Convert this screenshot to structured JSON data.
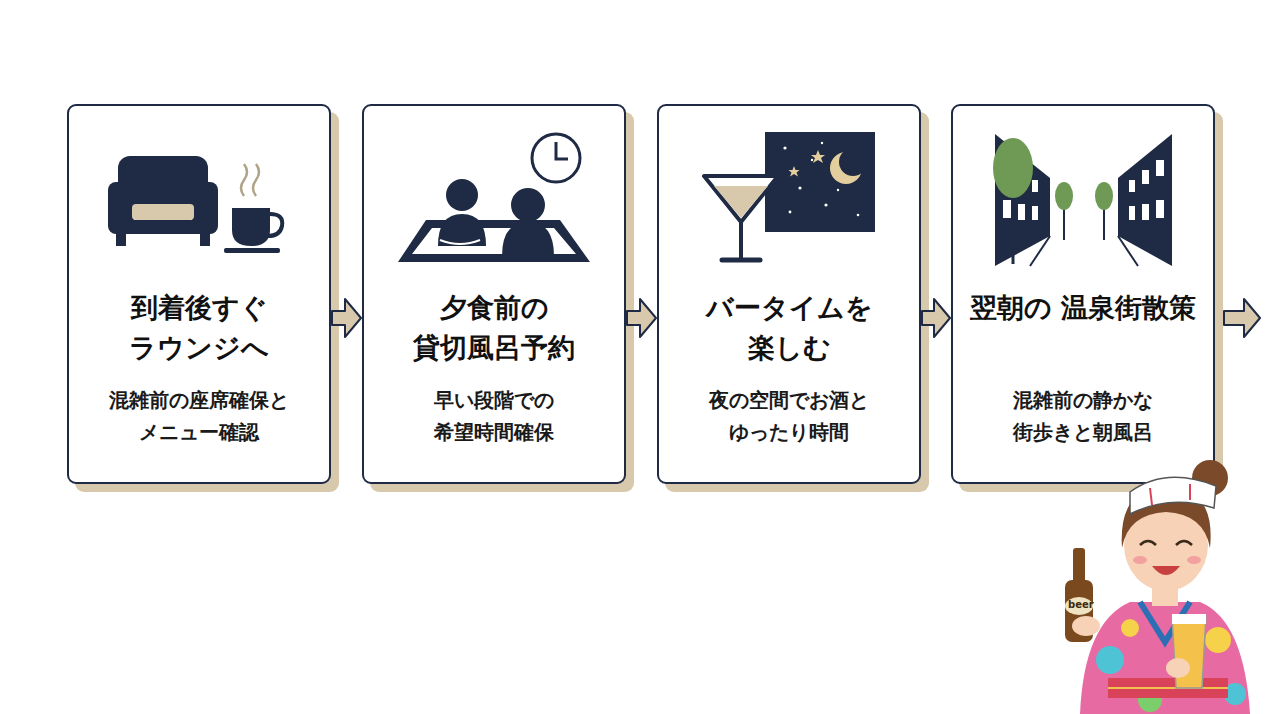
{
  "diagram": {
    "nodes": [
      {
        "text": [
          "到着後すぐ ラウンジへ",
          "混雑前の座席確保と メニュー確認"
        ]
      },
      {
        "text": [
          "夕食前の 貸切風呂予約",
          "早い段階での 希望時間確保"
        ]
      },
      {
        "text": [
          "バータイムを 楽しむ",
          "夜の空間でお酒と ゆったり時間"
        ]
      },
      {
        "text": [
          "翌朝の 温泉街散策",
          "混雑前の静かな 街歩きと朝風呂"
        ]
      }
    ],
    "edges": [
      {
        "from": 0,
        "to": 1,
        "arrow": "to"
      },
      {
        "from": 1,
        "to": 2,
        "arrow": "to"
      },
      {
        "from": 2,
        "to": 3,
        "arrow": "to"
      }
    ],
    "labels": [
      "beer"
    ]
  }
}
